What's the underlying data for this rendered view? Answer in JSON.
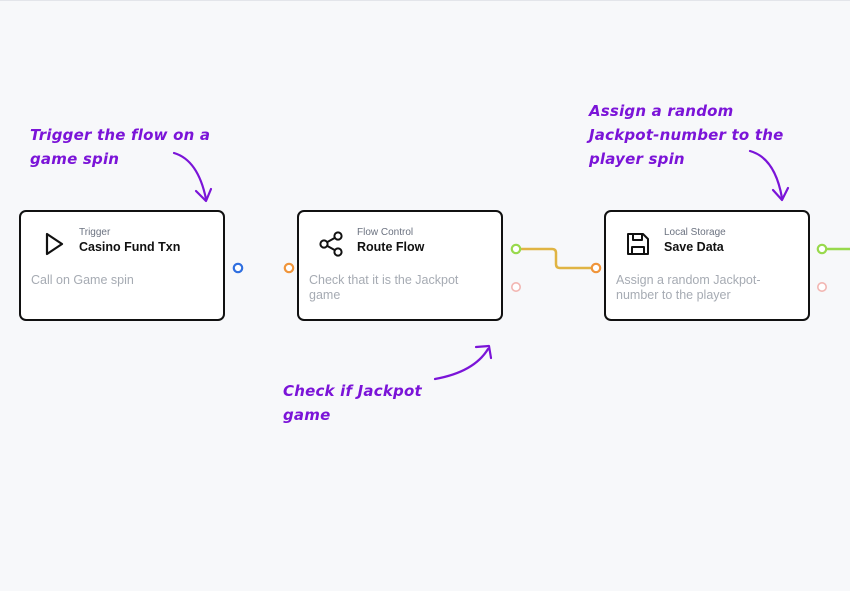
{
  "colors": {
    "accent": "#7b14d8",
    "port_blue": "#2f6fe0",
    "port_orange": "#f0953a",
    "port_green": "#98d94c",
    "port_red": "#f2b6b2",
    "wire_yellow": "#e0b443"
  },
  "nodes": [
    {
      "category": "Trigger",
      "title": "Casino Fund Txn",
      "description": "Call on Game spin",
      "icon": "play-icon"
    },
    {
      "category": "Flow Control",
      "title": "Route Flow",
      "description": "Check that it is the Jackpot game",
      "icon": "share-icon"
    },
    {
      "category": "Local Storage",
      "title": "Save Data",
      "description": "Assign a random Jackpot-number to the player",
      "icon": "save-icon"
    }
  ],
  "annotations": {
    "trigger_note": {
      "lines": [
        "Trigger the flow on a",
        "game spin"
      ]
    },
    "route_note": {
      "lines": [
        "Check if Jackpot",
        "game"
      ]
    },
    "save_note": {
      "lines": [
        "Assign a random",
        "Jackpot-number to the",
        "player spin"
      ]
    }
  }
}
